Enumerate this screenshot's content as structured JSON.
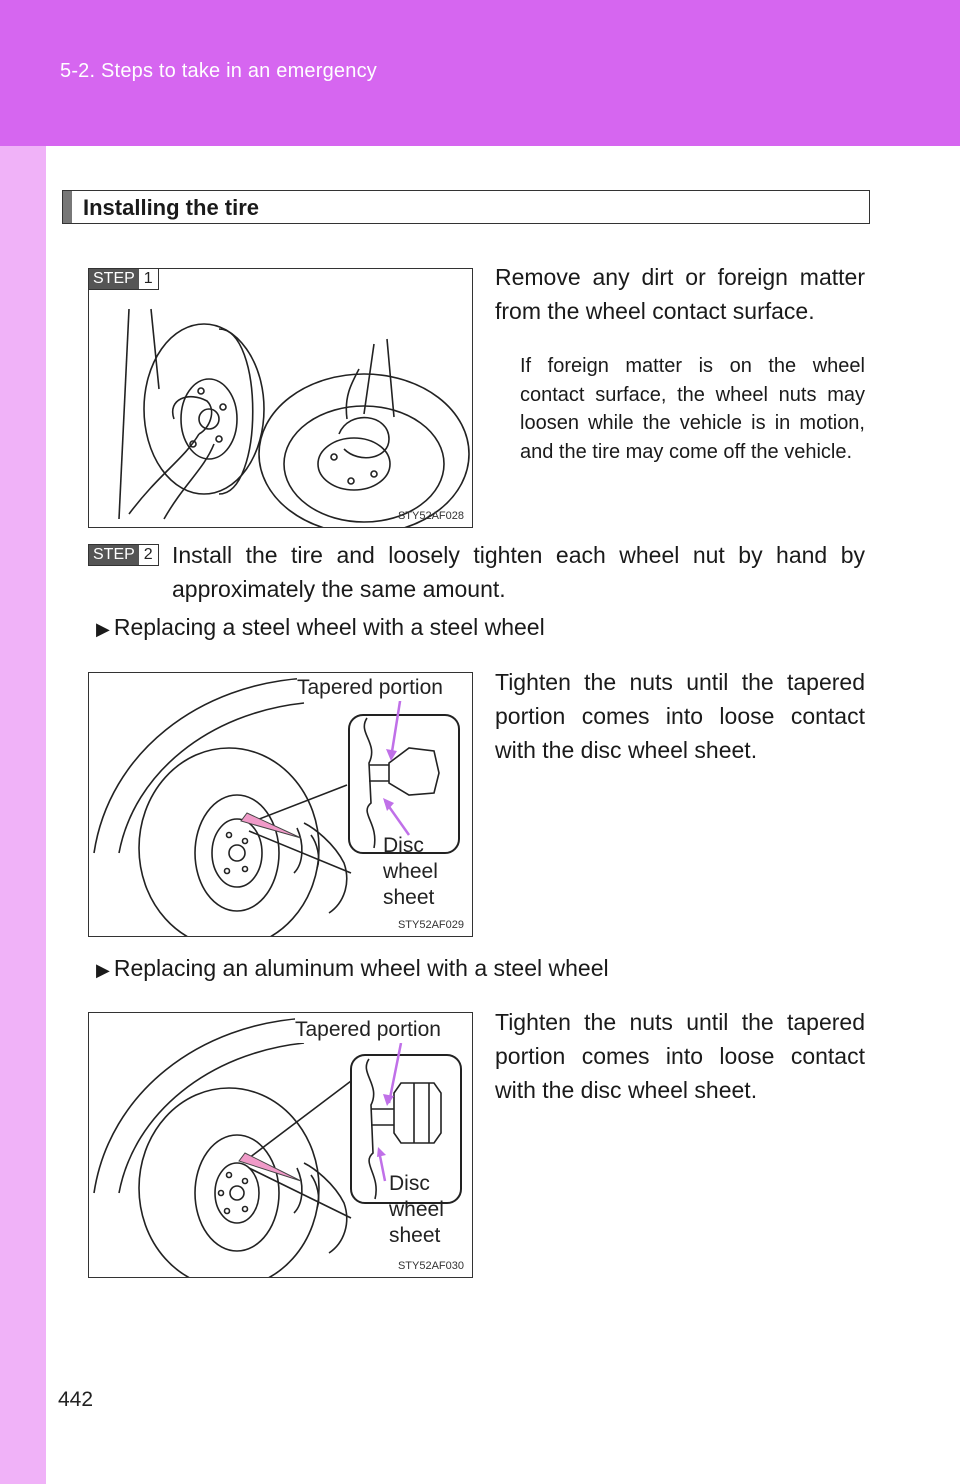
{
  "header": {
    "section": "5-2. Steps to take in an emergency"
  },
  "page_number": "442",
  "section_title": "Installing the tire",
  "step1": {
    "badge_label": "STEP",
    "badge_number": "1",
    "text": "Remove any dirt or foreign matter from the wheel contact surface.",
    "note": "If foreign matter is on the wheel contact surface, the wheel nuts may loosen while the vehicle is in motion, and the tire may come off the vehicle.",
    "figure_code": "STY52AF028"
  },
  "step2": {
    "badge_label": "STEP",
    "badge_number": "2",
    "text": "Install the tire and loosely tighten each wheel nut by hand by approximately the same amount."
  },
  "case_steel": {
    "bullet": "Replacing a steel wheel with a steel wheel",
    "text": "Tighten the nuts until the tapered portion comes into loose contact with the disc wheel sheet.",
    "callout_tapered": "Tapered portion",
    "callout_disc_1": "Disc",
    "callout_disc_2": "wheel",
    "callout_disc_3": "sheet",
    "figure_code": "STY52AF029"
  },
  "case_aluminum": {
    "bullet": "Replacing an aluminum wheel with a steel wheel",
    "text": "Tighten the nuts until the tapered portion comes into loose contact with the disc wheel sheet.",
    "callout_tapered": "Tapered portion",
    "callout_disc_1": "Disc",
    "callout_disc_2": "wheel",
    "callout_disc_3": "sheet",
    "figure_code": "STY52AF030"
  },
  "colors": {
    "header_band": "#d666f0",
    "side_band": "#f0b2f8",
    "callout_arrow": "#c070e8",
    "pointer": "#f09ac8"
  }
}
